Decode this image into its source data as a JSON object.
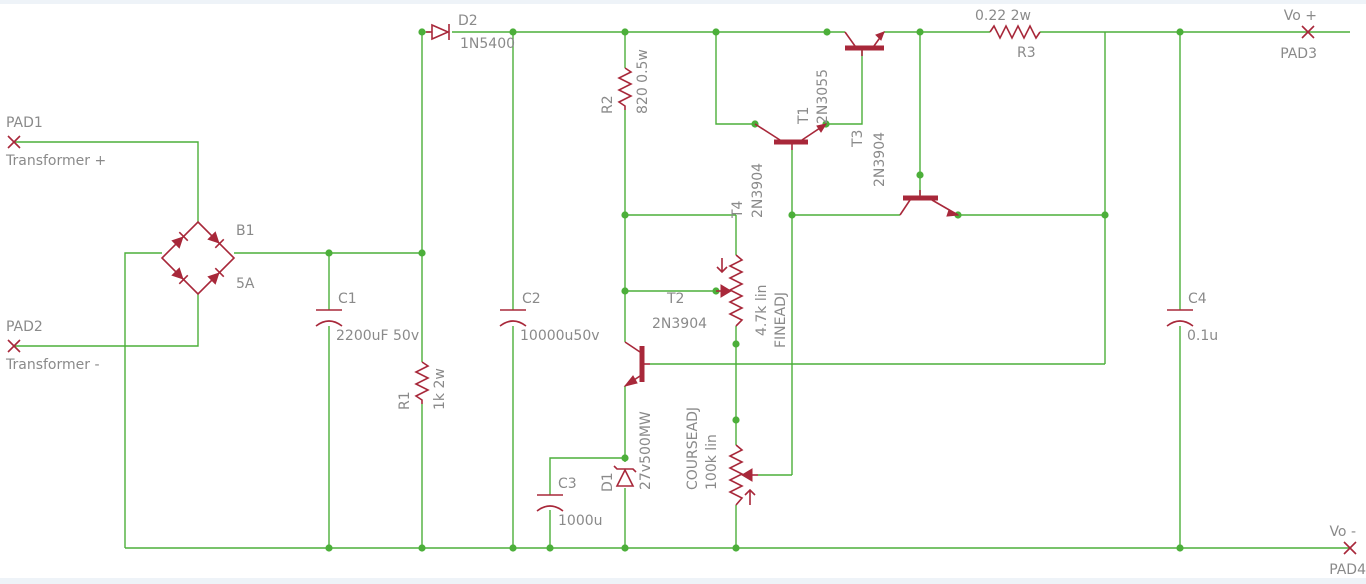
{
  "schematic": {
    "pads": [
      {
        "name": "PAD1",
        "sub": "Transformer +"
      },
      {
        "name": "PAD2",
        "sub": "Transformer -"
      },
      {
        "name": "PAD3",
        "sub": "Vo +"
      },
      {
        "name": "PAD4",
        "sub": "Vo -"
      }
    ],
    "components": {
      "B1": {
        "name": "B1",
        "value": "5A"
      },
      "C1": {
        "name": "C1",
        "value": "2200uF 50v"
      },
      "R1": {
        "name": "R1",
        "value": "1k 2w"
      },
      "D2": {
        "name": "D2",
        "value": "1N5400"
      },
      "C2": {
        "name": "C2",
        "value": "10000u50v"
      },
      "R2": {
        "name": "R2",
        "value": "820 0.5w"
      },
      "C3": {
        "name": "C3",
        "value": "1000u"
      },
      "D1": {
        "name": "D1",
        "value": "27v500MW"
      },
      "T1": {
        "name": "T1",
        "value": "2N3055"
      },
      "T3": {
        "name": "T3",
        "value": "2N3904"
      },
      "T4": {
        "name": "T4",
        "value": "2N3904"
      },
      "T2": {
        "name": "T2",
        "value": "2N3904"
      },
      "FINE": {
        "name": "FINEADJ",
        "value": "4.7k lin"
      },
      "COURSE": {
        "name": "COURSEADJ",
        "value": "100k lin"
      },
      "R3": {
        "name": "R3",
        "value": "0.22 2w"
      },
      "C4": {
        "name": "C4",
        "value": "0.1u"
      }
    },
    "colors": {
      "wire": "#4caf3a",
      "part": "#a8283a",
      "label": "#8a8a8a",
      "background": "#eef3f8"
    }
  }
}
